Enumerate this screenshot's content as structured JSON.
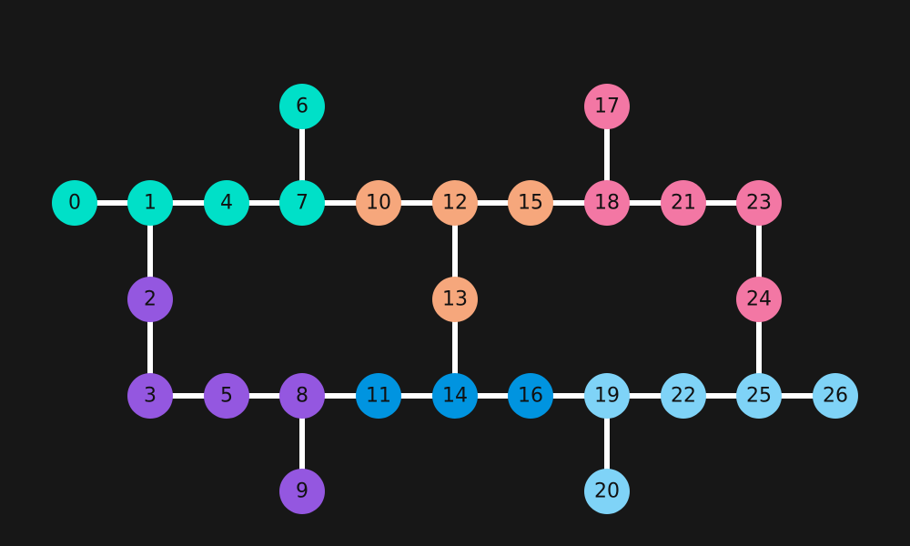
{
  "diagram": {
    "type": "graph",
    "background": "#171717",
    "edge_color": "#ffffff",
    "label_color": "#111111",
    "groups": {
      "teal": "#00e0c8",
      "purple": "#9457e0",
      "orange": "#f6a77c",
      "pink": "#f377a4",
      "blue": "#0094e0",
      "light-blue": "#7fd3f7"
    },
    "nodes": [
      {
        "id": "0",
        "label": "0",
        "group": "teal"
      },
      {
        "id": "1",
        "label": "1",
        "group": "teal"
      },
      {
        "id": "4",
        "label": "4",
        "group": "teal"
      },
      {
        "id": "6",
        "label": "6",
        "group": "teal"
      },
      {
        "id": "7",
        "label": "7",
        "group": "teal"
      },
      {
        "id": "2",
        "label": "2",
        "group": "purple"
      },
      {
        "id": "3",
        "label": "3",
        "group": "purple"
      },
      {
        "id": "5",
        "label": "5",
        "group": "purple"
      },
      {
        "id": "8",
        "label": "8",
        "group": "purple"
      },
      {
        "id": "9",
        "label": "9",
        "group": "purple"
      },
      {
        "id": "10",
        "label": "10",
        "group": "orange"
      },
      {
        "id": "12",
        "label": "12",
        "group": "orange"
      },
      {
        "id": "13",
        "label": "13",
        "group": "orange"
      },
      {
        "id": "15",
        "label": "15",
        "group": "orange"
      },
      {
        "id": "17",
        "label": "17",
        "group": "pink"
      },
      {
        "id": "18",
        "label": "18",
        "group": "pink"
      },
      {
        "id": "21",
        "label": "21",
        "group": "pink"
      },
      {
        "id": "23",
        "label": "23",
        "group": "pink"
      },
      {
        "id": "24",
        "label": "24",
        "group": "pink"
      },
      {
        "id": "11",
        "label": "11",
        "group": "blue"
      },
      {
        "id": "14",
        "label": "14",
        "group": "blue"
      },
      {
        "id": "16",
        "label": "16",
        "group": "blue"
      },
      {
        "id": "19",
        "label": "19",
        "group": "light-blue"
      },
      {
        "id": "20",
        "label": "20",
        "group": "light-blue"
      },
      {
        "id": "22",
        "label": "22",
        "group": "light-blue"
      },
      {
        "id": "25",
        "label": "25",
        "group": "light-blue"
      },
      {
        "id": "26",
        "label": "26",
        "group": "light-blue"
      }
    ],
    "edges": [
      [
        "0",
        "1"
      ],
      [
        "1",
        "4"
      ],
      [
        "4",
        "7"
      ],
      [
        "7",
        "10"
      ],
      [
        "10",
        "12"
      ],
      [
        "12",
        "15"
      ],
      [
        "15",
        "18"
      ],
      [
        "18",
        "21"
      ],
      [
        "21",
        "23"
      ],
      [
        "6",
        "7"
      ],
      [
        "17",
        "18"
      ],
      [
        "1",
        "2"
      ],
      [
        "2",
        "3"
      ],
      [
        "12",
        "13"
      ],
      [
        "13",
        "14"
      ],
      [
        "23",
        "24"
      ],
      [
        "24",
        "25"
      ],
      [
        "3",
        "5"
      ],
      [
        "5",
        "8"
      ],
      [
        "8",
        "11"
      ],
      [
        "11",
        "14"
      ],
      [
        "14",
        "16"
      ],
      [
        "16",
        "19"
      ],
      [
        "19",
        "22"
      ],
      [
        "22",
        "25"
      ],
      [
        "25",
        "26"
      ],
      [
        "8",
        "9"
      ],
      [
        "19",
        "20"
      ]
    ]
  }
}
